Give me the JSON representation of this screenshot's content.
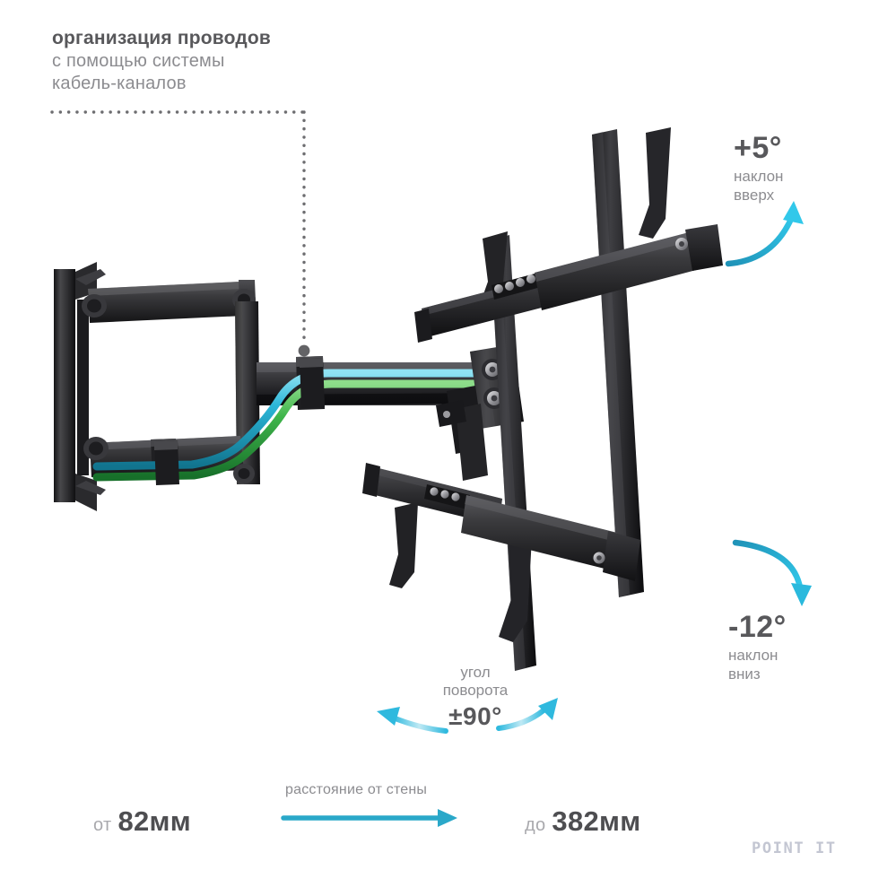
{
  "background": "#ffffff",
  "accent": "#29a8cd",
  "accent_light": "#2fc6e6",
  "text_dark": "#58585b",
  "text_muted": "#8c8c90",
  "cable_blue": "#2bb6d8",
  "cable_green": "#3fb54b",
  "metal_black": "#2b2b2d",
  "callout": {
    "line1": "организация проводов",
    "line2": "с помощью системы",
    "line3": "кабель-каналов",
    "leader_icon": "dotted-leader-line"
  },
  "tilt_up": {
    "value": "+5°",
    "caption_line1": "наклон",
    "caption_line2": "вверх",
    "arrow_icon": "curved-arrow-up-icon"
  },
  "tilt_down": {
    "value": "-12°",
    "caption_line1": "наклон",
    "caption_line2": "вниз",
    "arrow_icon": "curved-arrow-down-icon"
  },
  "swivel": {
    "caption_line1": "угол",
    "caption_line2": "поворота",
    "value": "±90°",
    "arrow_left_icon": "curved-arrow-left-icon",
    "arrow_right_icon": "curved-arrow-right-icon"
  },
  "distance": {
    "label": "расстояние от стены",
    "min_prefix": "от",
    "min_value": "82мм",
    "max_prefix": "до",
    "max_value": "382мм",
    "arrow_icon": "straight-arrow-right-icon"
  },
  "watermark": {
    "text": "POINT IT"
  },
  "product": {
    "name": "full-motion-tv-wall-mount",
    "parts": [
      "wall-plate",
      "upper-articulating-arm",
      "lower-articulating-arm",
      "extension-arm",
      "cable-clip",
      "tilt-head",
      "vertical-rail-left",
      "vertical-rail-right",
      "crossbar-upper",
      "crossbar-lower",
      "hook-bracket",
      "cable-blue",
      "cable-green"
    ]
  }
}
